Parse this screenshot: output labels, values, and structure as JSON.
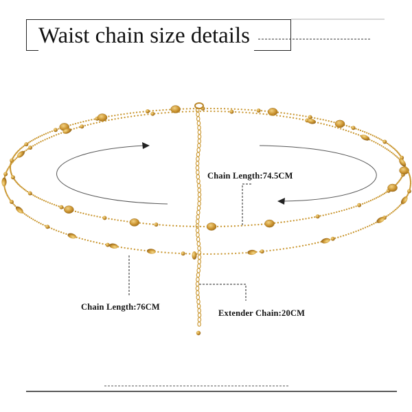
{
  "title": "Waist chain size details",
  "labels": {
    "chain_length_inner": "Chain Length:74.5CM",
    "chain_length_outer": "Chain Length:76CM",
    "extender_chain": "Extender Chain:20CM"
  },
  "colors": {
    "gold": "#c9962f",
    "gold_light": "#e6c26a",
    "gold_dark": "#9c6e1c",
    "line": "#222222",
    "arrow": "#555555"
  },
  "icons": [
    "rotation-arrow-left-icon",
    "rotation-arrow-right-icon"
  ]
}
